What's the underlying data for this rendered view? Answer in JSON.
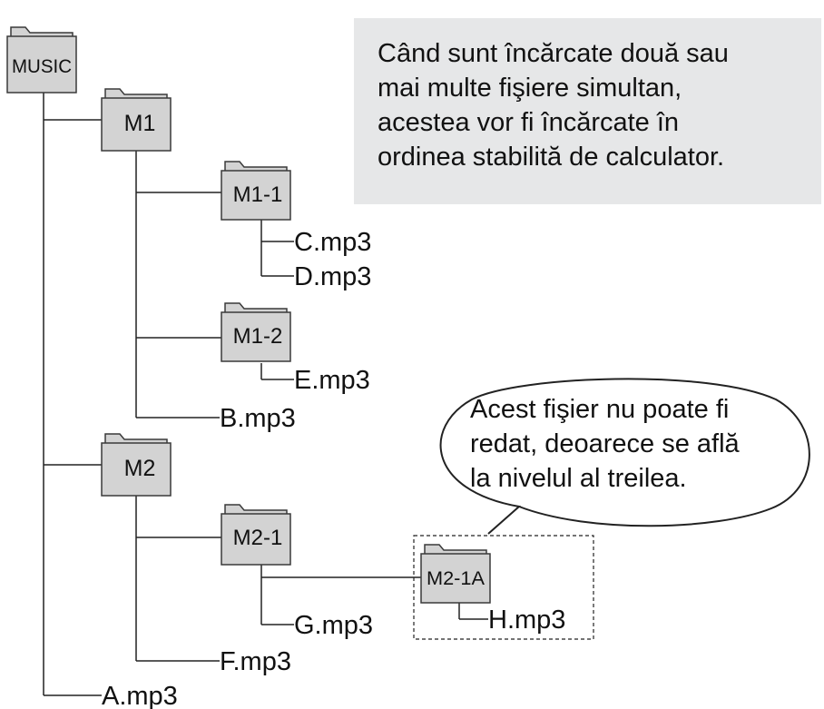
{
  "colors": {
    "folder_fill": "#d3d3d3",
    "folder_stroke": "#3a3a3a",
    "line": "#222222",
    "infobox_bg": "#e6e7e8",
    "text": "#111111"
  },
  "folders": {
    "music": "MUSIC",
    "m1": "M1",
    "m1_1": "M1-1",
    "m1_2": "M1-2",
    "m2": "M2",
    "m2_1": "M2-1",
    "m2_1a": "M2-1A"
  },
  "files": {
    "c": "C.mp3",
    "d": "D.mp3",
    "e": "E.mp3",
    "b": "B.mp3",
    "g": "G.mp3",
    "h": "H.mp3",
    "f": "F.mp3",
    "a": "A.mp3"
  },
  "info_box": {
    "lines": [
      "Când sunt încărcate două sau",
      "mai multe fişiere simultan,",
      "acestea vor fi încărcate în",
      "ordinea stabilită de calculator."
    ]
  },
  "callout": {
    "lines": [
      "Acest fişier nu poate fi",
      "redat, deoarece se află",
      "la nivelul al treilea."
    ]
  }
}
